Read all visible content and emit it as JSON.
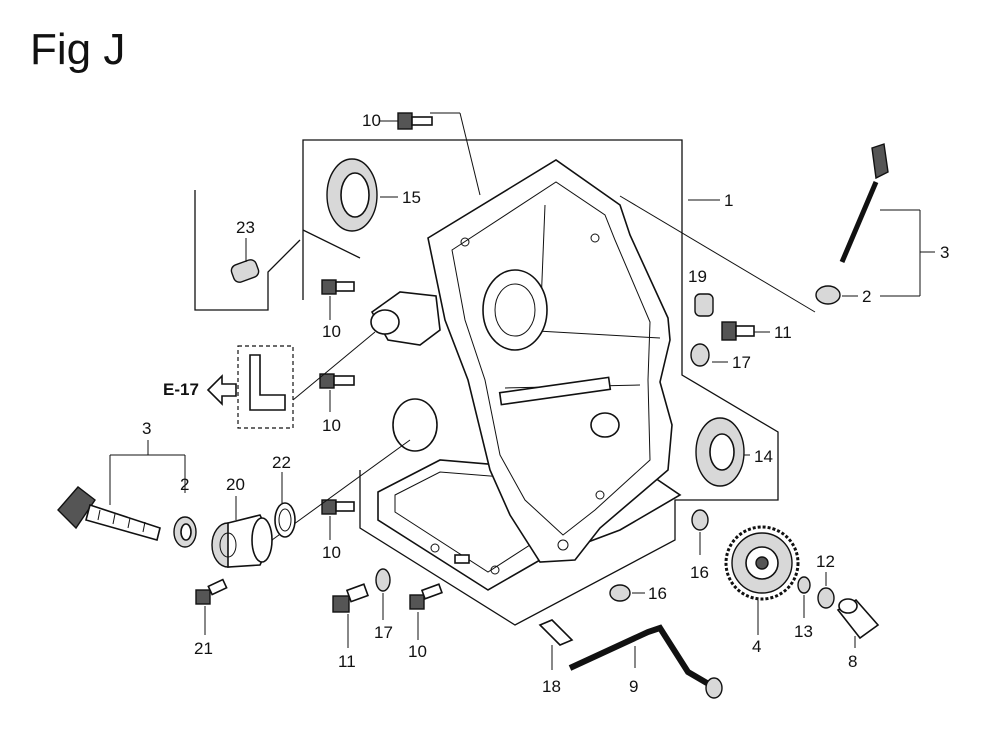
{
  "figure": {
    "title": "Fig J",
    "reference": "E-17",
    "callouts": {
      "c10_top": "10",
      "c15": "15",
      "c1": "1",
      "c3_right": "3",
      "c2_right": "2",
      "c23": "23",
      "c10_a": "10",
      "c19": "19",
      "c11_right": "11",
      "c17_right": "17",
      "c10_b": "10",
      "c14": "14",
      "c3_left": "3",
      "c2_left": "2",
      "c20": "20",
      "c22": "22",
      "c10_c": "10",
      "c16_right": "16",
      "c12": "12",
      "c21": "21",
      "c11_bottom": "11",
      "c17_bottom": "17",
      "c10_bottom": "10",
      "c16_bottom": "16",
      "c13": "13",
      "c4": "4",
      "c8": "8",
      "c18": "18",
      "c9": "9"
    }
  }
}
